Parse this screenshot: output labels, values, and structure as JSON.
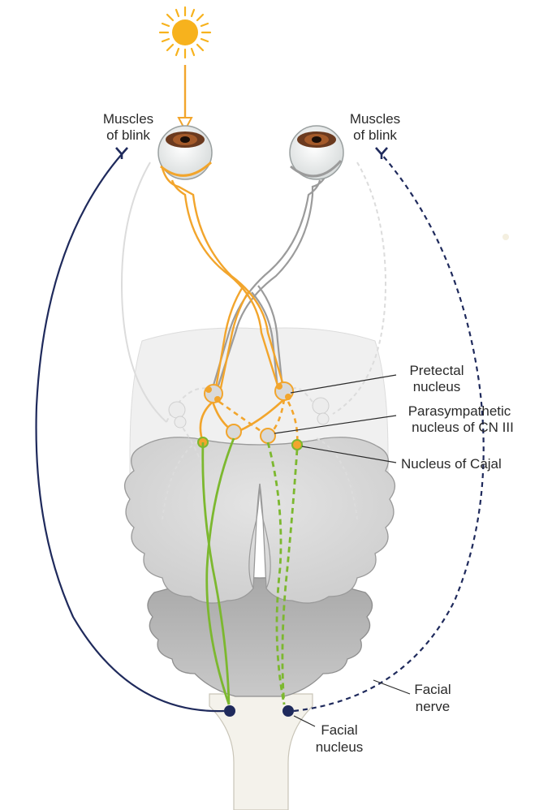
{
  "labels": {
    "muscles_left_1": "Muscles",
    "muscles_left_2": "of blink",
    "muscles_right_1": "Muscles",
    "muscles_right_2": "of blink",
    "pretectal_1": "Pretectal",
    "pretectal_2": "nucleus",
    "parasympathetic_1": "Parasympathetic",
    "parasympathetic_2": "nucleus of CN III",
    "cajal": "Nucleus of Cajal",
    "facial_nerve_1": "Facial",
    "facial_nerve_2": "nerve",
    "facial_nucleus_1": "Facial",
    "facial_nucleus_2": "nucleus"
  },
  "colors": {
    "light_pathway": "#f2a52c",
    "inactive_pathway": "#9b9b9b",
    "neural_link": "#7cb82f",
    "motor_nerve": "#1f2a5c",
    "brain_tissue": "#d9d9d9",
    "brainstem": "#f3f1ea",
    "sun": "#f7b21d"
  },
  "icons": {
    "stimulus": "sun-icon",
    "eye": "eye-icon"
  }
}
